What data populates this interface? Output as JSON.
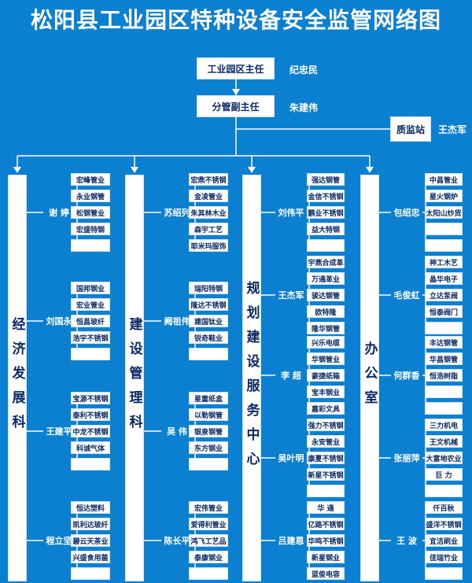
{
  "title": "松阳县工业园区特种设备安全监管网络图",
  "director": {
    "role": "工业园区主任",
    "name": "纪忠民"
  },
  "deputy": {
    "role": "分管副主任",
    "name": "朱建伟"
  },
  "station": {
    "role": "质监站",
    "name": "王杰军"
  },
  "departments": [
    {
      "name": "经济发展科",
      "persons": [
        {
          "name": "谢 婷",
          "companies": [
            "宏峰管业",
            "永业钢管",
            "松钢管业",
            "宏盛特钢",
            ""
          ]
        },
        {
          "name": "刘国永",
          "companies": [
            "国邦钢业",
            "宏业管业",
            "恒昌玻纤",
            "浩宇不锈钢",
            ""
          ]
        },
        {
          "name": "王建平",
          "companies": [
            "宝源不锈钢",
            "泰利不锈钢",
            "中龙不锈钢",
            "科诚气体",
            ""
          ]
        },
        {
          "name": "程立坚",
          "companies": [
            "恒达塑料",
            "凯利达玻纤",
            "碧云天茶业",
            "兴盛食用菌",
            ""
          ]
        }
      ]
    },
    {
      "name": "建设管理科",
      "persons": [
        {
          "name": "苏绍列",
          "companies": [
            "宏鼎不锈钢",
            "金凌管业",
            "朱其林木业",
            "森宇工艺",
            "耶米玛服饰"
          ]
        },
        {
          "name": "阙祖伟",
          "companies": [
            "瑞阳特钢",
            "隆达不锈钢",
            "建国钛业",
            "锐奇鞋业",
            ""
          ]
        },
        {
          "name": "吴 伟",
          "companies": [
            "星童纸盒",
            "以勒钢管",
            "银泉钢管",
            "东方钢业",
            ""
          ]
        },
        {
          "name": "陈长平",
          "companies": [
            "宏伟管业",
            "爱得利管业",
            "鸿飞工艺品",
            "泰康钢业",
            ""
          ]
        }
      ]
    },
    {
      "name": "规划建设服务中心",
      "persons": [
        {
          "name": "刘伟平",
          "companies": [
            "强达钢管",
            "金信不锈钢",
            "鹏业不锈钢",
            "益大特钢",
            ""
          ]
        },
        {
          "name": "王杰军",
          "companies": [
            "宇鼎合成革",
            "万通革业",
            "骏达钢管",
            "欧特隆",
            "隆华钢管"
          ]
        },
        {
          "name": "李 超",
          "companies": [
            "兴乐电缆",
            "华钢管业",
            "豪捷纸箱",
            "宝丰钢业",
            "嘉彩文具"
          ]
        },
        {
          "name": "吴叶明",
          "companies": [
            "强力不锈钢",
            "永安管业",
            "康夏不锈钢",
            "新星不锈钢",
            ""
          ]
        },
        {
          "name": "吕建恩",
          "companies": [
            "华 通",
            "亿路不锈钢",
            "华鸣不锈钢",
            "新星钢业",
            "蓝俊电容"
          ]
        }
      ]
    },
    {
      "name": "办公室",
      "persons": [
        {
          "name": "包绍忠",
          "companies": [
            "中昌管业",
            "星火钢炉",
            "太阳山炒货",
            "",
            ""
          ]
        },
        {
          "name": "毛俊虹",
          "companies": [
            "神工木艺",
            "晶华电子",
            "立达泵阀",
            "恒泰阀门",
            ""
          ]
        },
        {
          "name": "何群香",
          "companies": [
            "丰达钢管",
            "华昌钢管",
            "恒浩树脂",
            "",
            ""
          ]
        },
        {
          "name": "张丽萍",
          "companies": [
            "三力机电",
            "王文机械",
            "大富地农业",
            "巨 力",
            ""
          ]
        },
        {
          "name": "王 波",
          "companies": [
            "仟百秋",
            "盛洋不锈钢",
            "宜洁刷业",
            "佳瑞竹业",
            ""
          ]
        }
      ]
    }
  ]
}
